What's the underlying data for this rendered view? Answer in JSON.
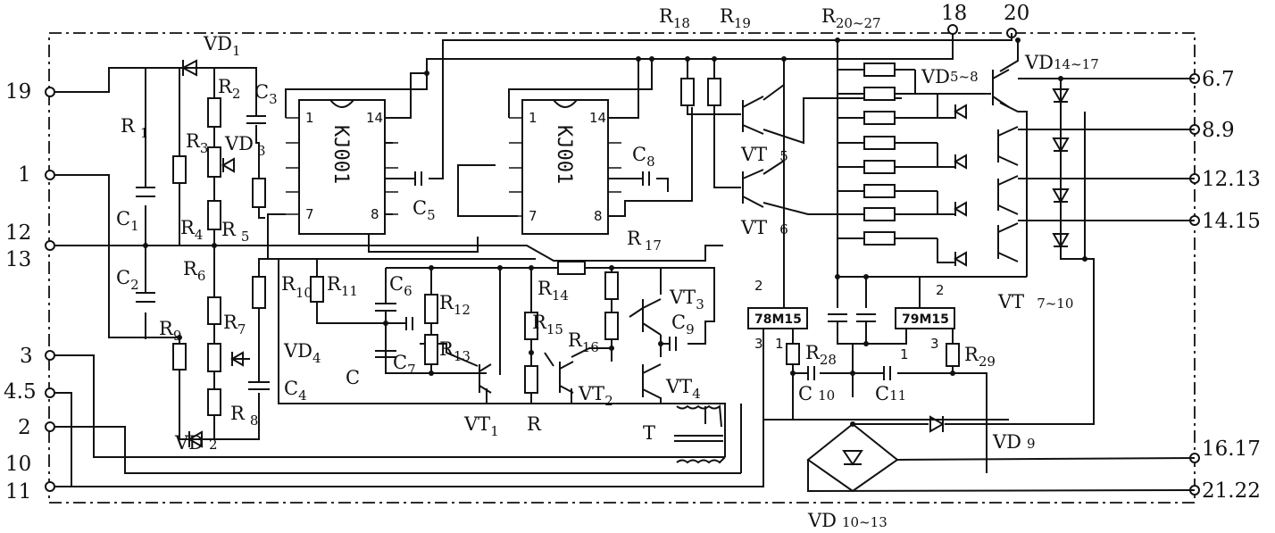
{
  "terminals_left": [
    "19",
    "1",
    "12",
    "13",
    "3",
    "4.5",
    "2",
    "10",
    "11"
  ],
  "terminals_right": [
    "6.7",
    "8.9",
    "12.13",
    "14.15",
    "16.17",
    "21.22"
  ],
  "terminals_top": [
    "18",
    "20"
  ],
  "chips": {
    "ic1": "KJ001",
    "ic2": "KJ001",
    "reg1": "78M15",
    "reg2": "79M15"
  },
  "chip_pins": {
    "p1": "1",
    "p14": "14",
    "p7": "7",
    "p8": "8"
  },
  "reg_pins": {
    "r1_2": "2",
    "r1_3": "3",
    "r1_1": "1",
    "r2_2": "2",
    "r2_3": "3",
    "r2_1": "1"
  },
  "components": {
    "R1": {
      "main": "R",
      "sub": "1"
    },
    "R2": {
      "main": "R",
      "sub": "2"
    },
    "R3": {
      "main": "R",
      "sub": "3"
    },
    "R4": {
      "main": "R",
      "sub": "4"
    },
    "R5": {
      "main": "R",
      "sub": "5"
    },
    "R6": {
      "main": "R",
      "sub": "6"
    },
    "R7": {
      "main": "R",
      "sub": "7"
    },
    "R8": {
      "main": "R",
      "sub": "8"
    },
    "R9": {
      "main": "R",
      "sub": "9"
    },
    "R10": {
      "main": "R",
      "sub": "10"
    },
    "R11": {
      "main": "R",
      "sub": "11"
    },
    "R12": {
      "main": "R",
      "sub": "12"
    },
    "R13": {
      "main": "R",
      "sub": "13"
    },
    "R14": {
      "main": "R",
      "sub": "14"
    },
    "R15": {
      "main": "R",
      "sub": "15"
    },
    "R16": {
      "main": "R",
      "sub": "16"
    },
    "R17": {
      "main": "R",
      "sub": "17"
    },
    "R18": {
      "main": "R",
      "sub": "18"
    },
    "R19": {
      "main": "R",
      "sub": "19"
    },
    "R20_27": {
      "main": "R",
      "sub": "20~27"
    },
    "R28": {
      "main": "R",
      "sub": "28"
    },
    "R29": {
      "main": "R",
      "sub": "29"
    },
    "R": {
      "main": "R",
      "sub": ""
    },
    "C1": {
      "main": "C",
      "sub": "1"
    },
    "C2": {
      "main": "C",
      "sub": "2"
    },
    "C3": {
      "main": "C",
      "sub": "3"
    },
    "C4": {
      "main": "C",
      "sub": "4"
    },
    "C5": {
      "main": "C",
      "sub": "5"
    },
    "C6": {
      "main": "C",
      "sub": "6"
    },
    "C7": {
      "main": "C",
      "sub": "7"
    },
    "C8": {
      "main": "C",
      "sub": "8"
    },
    "C9": {
      "main": "C",
      "sub": "9"
    },
    "C10": {
      "main": "C",
      "sub": "10"
    },
    "C11": {
      "main": "C",
      "sub": "11"
    },
    "C": {
      "main": "C",
      "sub": ""
    },
    "VD1": {
      "main": "VD",
      "sub": "1"
    },
    "VD2": {
      "main": "VD",
      "sub": "2"
    },
    "VD3": {
      "main": "VD",
      "sub": "3"
    },
    "VD4": {
      "main": "VD",
      "sub": "4"
    },
    "VD5_8": {
      "main": "VD",
      "sub": "5~8"
    },
    "VD9": {
      "main": "VD",
      "sub": "9"
    },
    "VD10_13": {
      "main": "VD",
      "sub": "10~13"
    },
    "VD14_17": {
      "main": "VD",
      "sub": "14~17"
    },
    "VT1": {
      "main": "VT",
      "sub": "1"
    },
    "VT2": {
      "main": "VT",
      "sub": "2"
    },
    "VT3": {
      "main": "VT",
      "sub": "3"
    },
    "VT4": {
      "main": "VT",
      "sub": "4"
    },
    "VT5": {
      "main": "VT",
      "sub": "5"
    },
    "VT6": {
      "main": "VT",
      "sub": "6"
    },
    "VT7_10": {
      "main": "VT",
      "sub": "7~10"
    },
    "T": {
      "main": "T",
      "sub": ""
    }
  }
}
